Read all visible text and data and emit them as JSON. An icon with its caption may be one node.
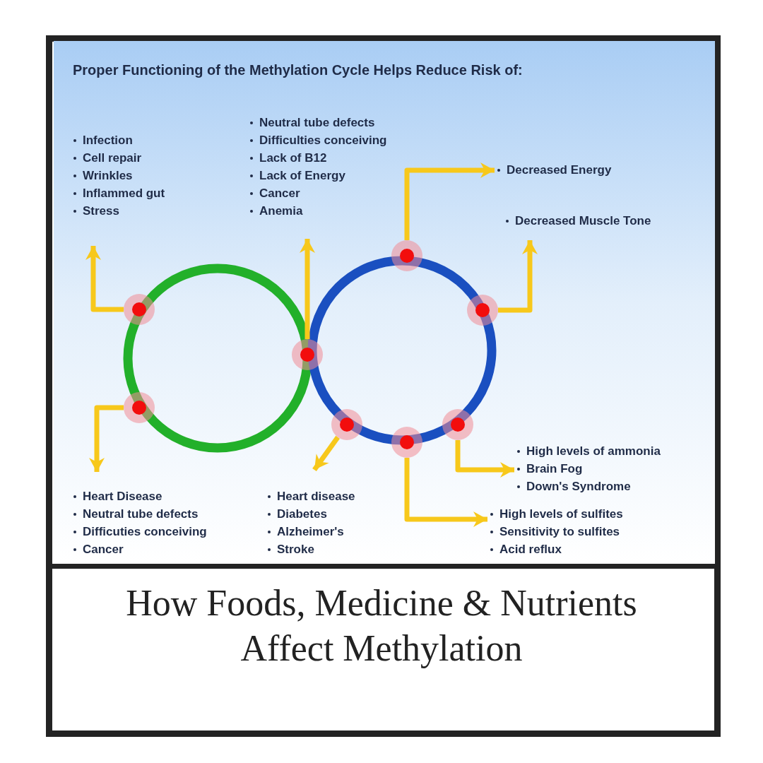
{
  "diagram": {
    "title": "Proper Functioning of the Methylation Cycle Helps Reduce Risk of:",
    "caption": "How Foods, Medicine & Nutrients Affect Methylation",
    "nodes": [
      {
        "text": [],
        "shape": "circle"
      },
      {
        "text": [],
        "shape": "circle"
      },
      {
        "text": [
          "Infection",
          "Cell repair",
          "Wrinkles",
          "Inflammed gut",
          "Stress"
        ]
      },
      {
        "text": [
          "Neutral tube defects",
          "Difficulties conceiving",
          "Lack of B12",
          "Lack of Energy",
          "Cancer",
          "Anemia"
        ]
      },
      {
        "text": [
          "Decreased Energy"
        ]
      },
      {
        "text": [
          "Decreased Muscle Tone"
        ]
      },
      {
        "text": [
          "High levels of ammonia",
          "Brain Fog",
          "Down's Syndrome"
        ]
      },
      {
        "text": [
          "Heart Disease",
          "Neutral tube defects",
          "Difficuties conceiving",
          "Cancer"
        ]
      },
      {
        "text": [
          "Heart disease",
          "Diabetes",
          "Alzheimer's",
          "Stroke"
        ]
      },
      {
        "text": [
          "High levels of sulfites",
          "Sensitivity to sulfites",
          "Acid reflux"
        ]
      },
      {
        "text": [],
        "shape": "circle"
      },
      {
        "text": [],
        "shape": "circle"
      },
      {
        "text": [],
        "shape": "circle"
      },
      {
        "text": [],
        "shape": "circle"
      },
      {
        "text": [],
        "shape": "circle"
      },
      {
        "text": [],
        "shape": "circle"
      },
      {
        "text": [],
        "shape": "circle"
      },
      {
        "text": [],
        "shape": "circle"
      }
    ],
    "edges": [
      {
        "from": 11,
        "to": 2,
        "arrow": "to"
      },
      {
        "from": 13,
        "to": 3,
        "arrow": "to"
      },
      {
        "from": 10,
        "to": 4,
        "arrow": "to"
      },
      {
        "from": 12,
        "to": 5,
        "arrow": "to"
      },
      {
        "from": 16,
        "to": 6,
        "arrow": "to"
      },
      {
        "from": 14,
        "to": 7,
        "arrow": "to"
      },
      {
        "from": 15,
        "to": 8,
        "arrow": "to"
      },
      {
        "from": 17,
        "to": 9,
        "arrow": "to"
      }
    ]
  }
}
